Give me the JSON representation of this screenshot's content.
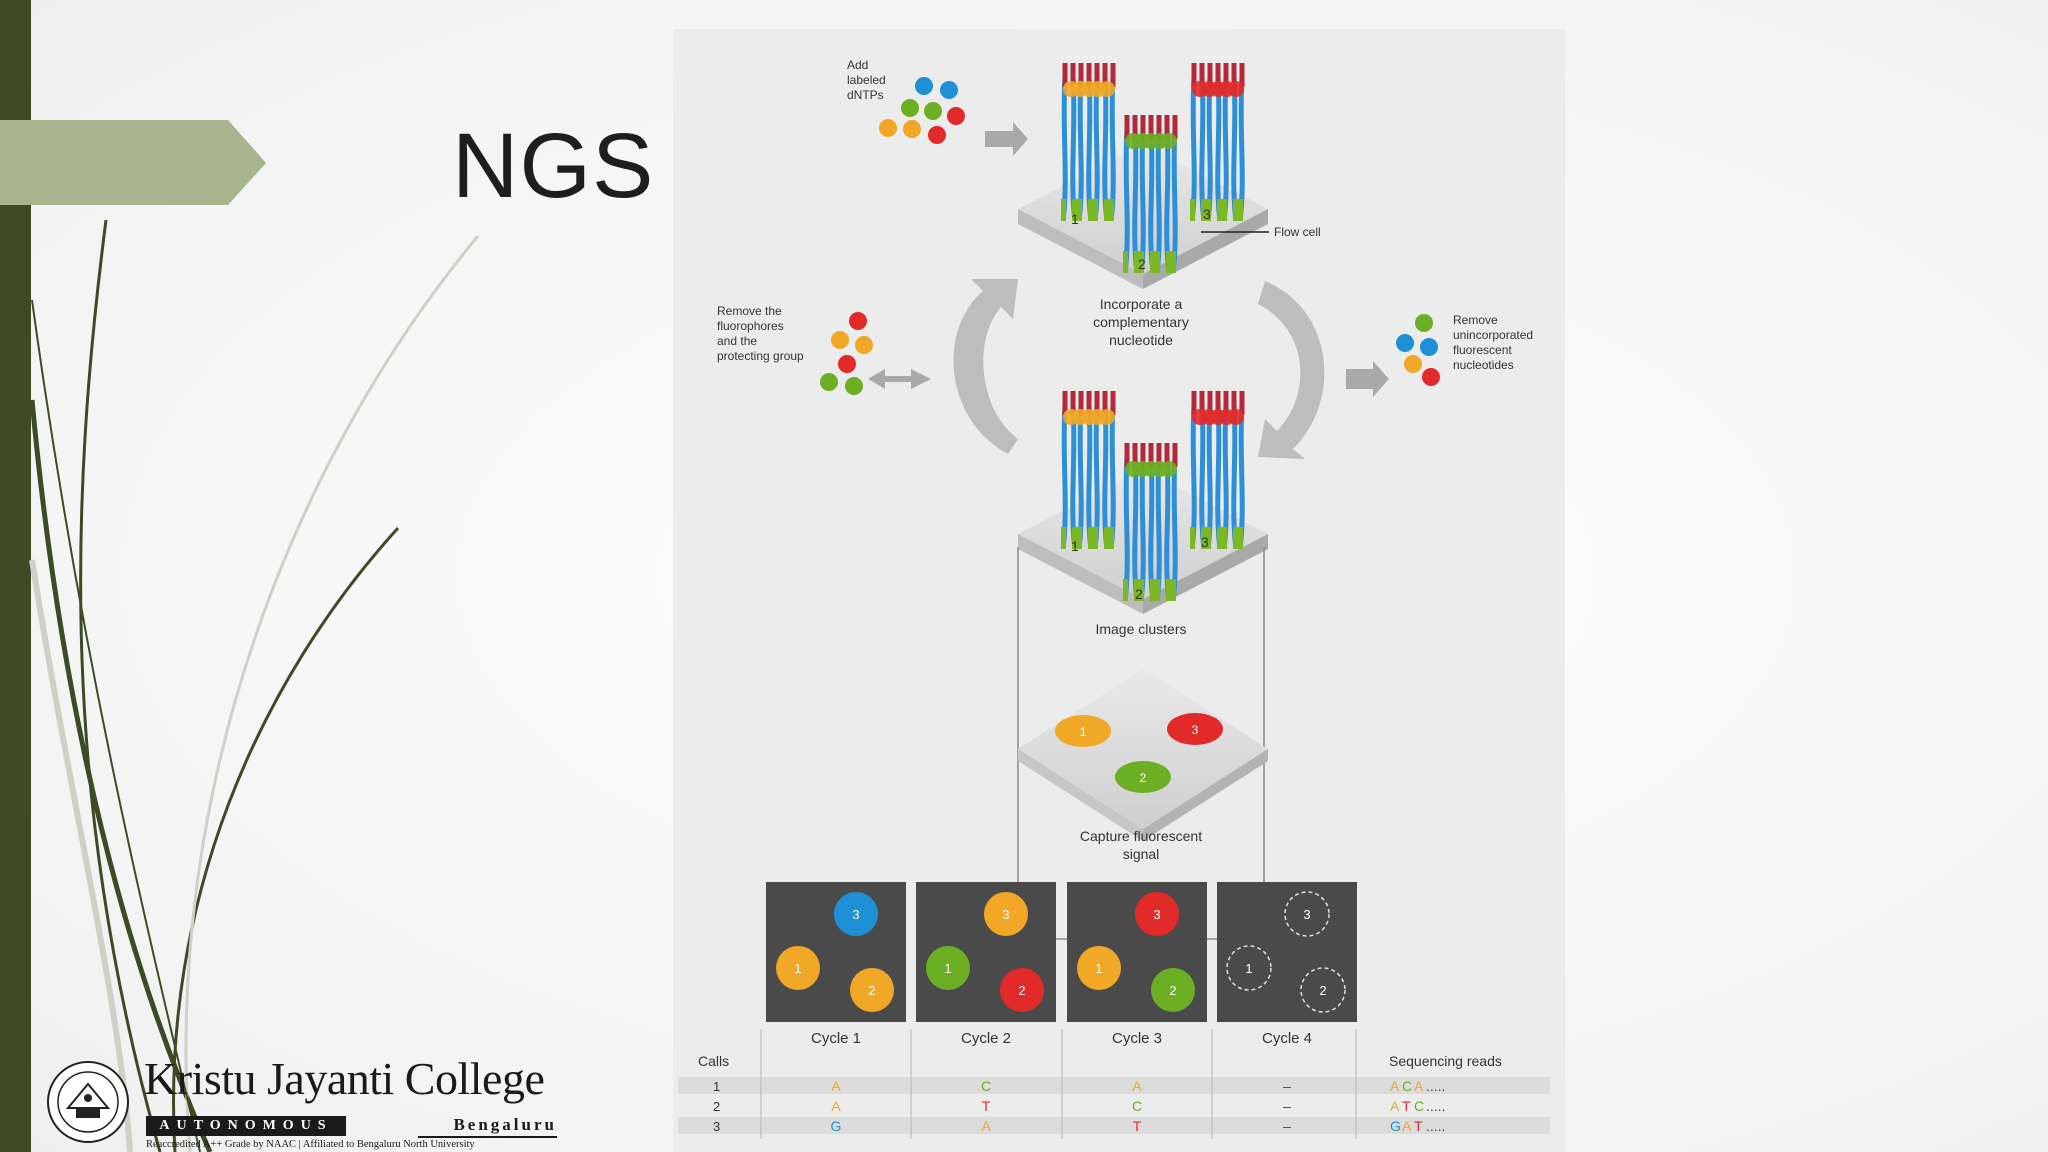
{
  "slide": {
    "title": "NGS",
    "accent_colors": {
      "left_bar": "#3e4a26",
      "ribbon": "#a7b48e",
      "grass_dark": "#3e4a26",
      "grass_light": "#c9ccc2"
    }
  },
  "figure": {
    "add_label": [
      "Add",
      "labeled",
      "dNTPs"
    ],
    "flow_cell_label": "Flow cell",
    "incorporate_label": [
      "Incorporate a",
      "complementary",
      "nucleotide"
    ],
    "remove_fluoro_label": [
      "Remove the",
      "fluorophores",
      "and the",
      "protecting group"
    ],
    "remove_unincorporated_label": [
      "Remove",
      "unincorporated",
      "fluorescent",
      "nucleotides"
    ],
    "image_clusters_label": "Image clusters",
    "capture_label": [
      "Capture fluorescent",
      "signal"
    ],
    "cluster_numbers": [
      "1",
      "2",
      "3"
    ],
    "calls_header": "Calls",
    "reads_header": "Sequencing reads",
    "cycles": [
      {
        "label": "Cycle 1",
        "spots": [
          {
            "n": "3",
            "color": "#1e90d6"
          },
          {
            "n": "1",
            "color": "#f0a826"
          },
          {
            "n": "2",
            "color": "#f0a826"
          }
        ]
      },
      {
        "label": "Cycle 2",
        "spots": [
          {
            "n": "3",
            "color": "#f0a826"
          },
          {
            "n": "1",
            "color": "#6cae24"
          },
          {
            "n": "2",
            "color": "#e22a2a"
          }
        ]
      },
      {
        "label": "Cycle 3",
        "spots": [
          {
            "n": "3",
            "color": "#e22a2a"
          },
          {
            "n": "1",
            "color": "#f0a826"
          },
          {
            "n": "2",
            "color": "#6cae24"
          }
        ]
      },
      {
        "label": "Cycle 4",
        "spots": [
          {
            "n": "3",
            "color": "none"
          },
          {
            "n": "1",
            "color": "none"
          },
          {
            "n": "2",
            "color": "none"
          }
        ]
      }
    ],
    "calls": [
      {
        "row": "1",
        "bases": [
          "A",
          "C",
          "A",
          "–"
        ],
        "read": [
          "A",
          "C",
          "A"
        ],
        "dots": "....."
      },
      {
        "row": "2",
        "bases": [
          "A",
          "T",
          "C",
          "–"
        ],
        "read": [
          "A",
          "T",
          "C"
        ],
        "dots": "....."
      },
      {
        "row": "3",
        "bases": [
          "G",
          "A",
          "T",
          "–"
        ],
        "read": [
          "G",
          "A",
          "T"
        ],
        "dots": "....."
      }
    ],
    "base_colors": {
      "A": "#f0a826",
      "C": "#6cae24",
      "G": "#1e90d6",
      "T": "#e22a2a",
      "–": "#444444"
    }
  },
  "logo": {
    "name": "Kristu Jayanti College",
    "autonomous": "AUTONOMOUS",
    "city": "Bengaluru",
    "tagline": "Reaccredited A++ Grade by NAAC  |  Affiliated to Bengaluru North University"
  }
}
